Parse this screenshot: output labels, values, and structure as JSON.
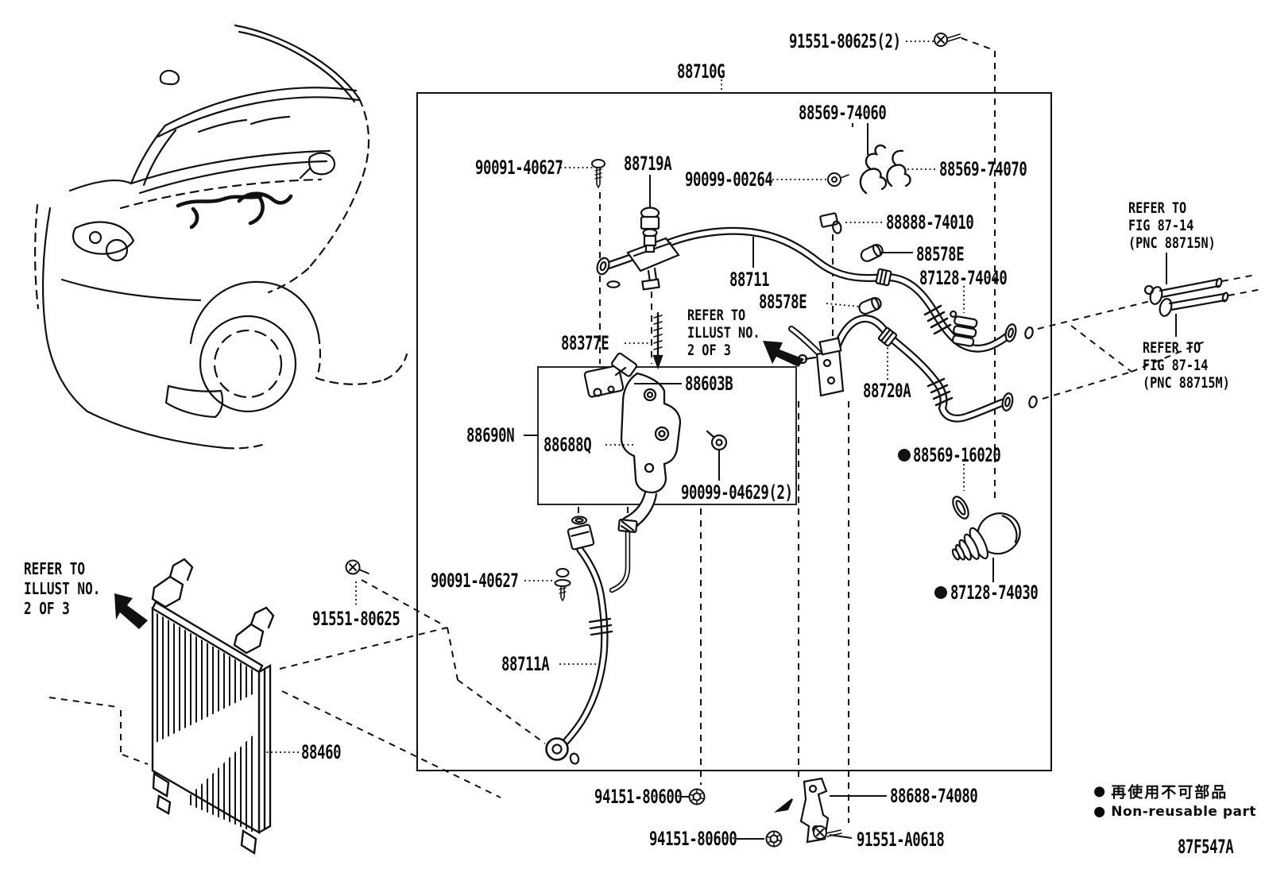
{
  "diagram": {
    "figure_code": "87F547A",
    "legend": {
      "marker": "●",
      "jp": "再使用不可部品",
      "en": "Non-reusable part"
    },
    "labels": [
      {
        "id": 0,
        "text": "91551-80625(2)"
      },
      {
        "id": 1,
        "text": "88710G"
      },
      {
        "id": 2,
        "text": "88569-74060"
      },
      {
        "id": 3,
        "text": "90091-40627"
      },
      {
        "id": 4,
        "text": "88719A"
      },
      {
        "id": 5,
        "text": "90099-00264"
      },
      {
        "id": 6,
        "text": "88569-74070"
      },
      {
        "id": 7,
        "text": "88888-74010"
      },
      {
        "id": 8,
        "text": "88578E"
      },
      {
        "id": 9,
        "text": "87128-74040"
      },
      {
        "id": 10,
        "text": "88711"
      },
      {
        "id": 11,
        "text": "88377E"
      },
      {
        "id": 12,
        "text": "88603B"
      },
      {
        "id": 13,
        "text": "88690N"
      },
      {
        "id": 14,
        "text": "88688Q"
      },
      {
        "id": 15,
        "text": "90099-04629(2)"
      },
      {
        "id": 16,
        "text": "88720A"
      },
      {
        "id": 17,
        "text": "88569-16020",
        "non_reusable": true
      },
      {
        "id": 18,
        "text": "87128-74030",
        "non_reusable": true
      },
      {
        "id": 19,
        "text": "90091-40627"
      },
      {
        "id": 20,
        "text": "91551-80625"
      },
      {
        "id": 21,
        "text": "88711A"
      },
      {
        "id": 22,
        "text": "88460"
      },
      {
        "id": 23,
        "text": "94151-80600"
      },
      {
        "id": 24,
        "text": "94151-80600"
      },
      {
        "id": 25,
        "text": "91551-A0618"
      },
      {
        "id": 26,
        "text": "88688-74080"
      }
    ],
    "notes": [
      {
        "id": 0,
        "text": "REFER TO\nILLUST NO.\n2 OF 3"
      },
      {
        "id": 1,
        "text": "REFER TO\nFIG 87-14\n(PNC 88715N)"
      },
      {
        "id": 2,
        "text": "REFER TO\nFIG 87-14\n(PNC 88715M)"
      },
      {
        "id": 3,
        "text": "REFER TO\nILLUST NO.\n2 OF 3"
      }
    ]
  }
}
